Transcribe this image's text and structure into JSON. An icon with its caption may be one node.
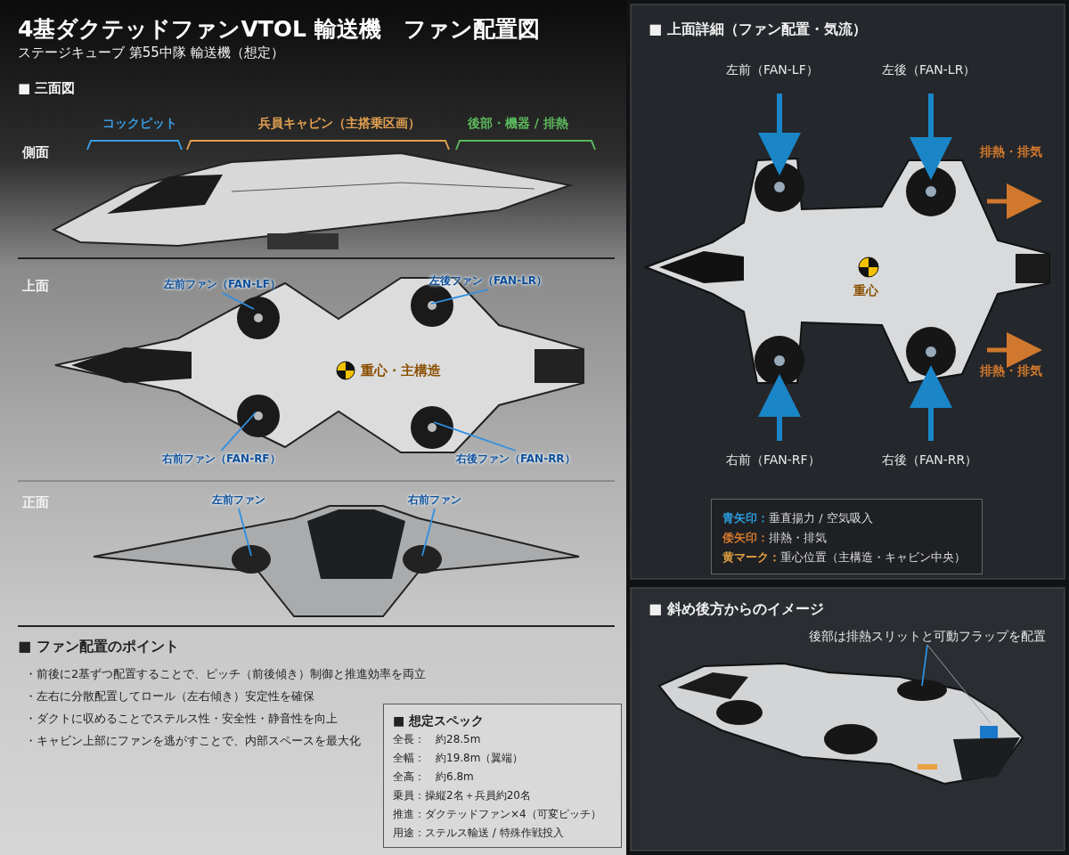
{
  "diagram": {
    "title": "4基ダクテッドファンVTOL 輸送機　ファン配置図",
    "nodes": [
      {
        "text": [
          "左前ファン（FAN-LF）"
        ]
      },
      {
        "text": [
          "左後ファン（FAN-LR）"
        ]
      },
      {
        "text": [
          "右前ファン（FAN-RF）"
        ]
      },
      {
        "text": [
          "右後ファン（FAN-RR）"
        ]
      },
      {
        "text": [
          "左前ファン"
        ]
      },
      {
        "text": [
          "右前ファン"
        ]
      },
      {
        "text": [
          "■ 想定スペック",
          "全長：　約28.5m",
          "全幅：　約19.8m（翼端）",
          "全高：　約6.8m",
          "乗員：操縦2名＋兵員約20名",
          "推進：ダクテッドファン×4（可変ピッチ）",
          "用途：ステルス輸送 / 特殊作戦投入"
        ]
      },
      {
        "text": [
          "■ 上面詳細（ファン配置・気流）"
        ]
      },
      {
        "text": [
          "青矢印：垂直揚力 / 空気吸入",
          "倭矢印：排熱・排気",
          "黄マーク：重心位置（主構造・キャビン中央）"
        ],
        "in": 7
      },
      {
        "text": [
          "■ 斜め後方からのイメージ"
        ]
      },
      {
        "text": [
          "後部は排熱スリットと可動フラップを配置"
        ],
        "in": 9
      }
    ],
    "edges": [
      {
        "from": 0,
        "to": null,
        "arrow": "none"
      },
      {
        "from": 1,
        "to": null,
        "arrow": "none"
      },
      {
        "from": 2,
        "to": null,
        "arrow": "none"
      },
      {
        "from": 3,
        "to": null,
        "arrow": "none"
      },
      {
        "from": 4,
        "to": null,
        "arrow": "none"
      },
      {
        "from": 5,
        "to": null,
        "arrow": "none"
      },
      {
        "from": 10,
        "to": null,
        "arrow": "none"
      },
      {
        "from": 10,
        "to": null,
        "arrow": "none",
        "color": "#9aa0a6"
      }
    ],
    "labels": [
      "ステージキューブ 第55中隊 輸送機（想定）",
      "■ 三面図",
      "コックピット",
      "兵員キャビン（主搭乗区画）",
      "後部・機器 / 排熱",
      "側面",
      "上面",
      "重心・主構造",
      "正面",
      "■ ファン配置のポイント",
      "・前後に2基ずつ配置することで、ピッチ（前後傾き）制御と推進効率を両立",
      "・左右に分散配置してロール（左右傾き）安定性を確保",
      "・ダクトに収めることでステルス性・安全性・静音性を向上",
      "・キャビン上部にファンを逃がすことで、内部スペースを最大化",
      "左前（FAN-LF）",
      "左後（FAN-LR）",
      "排熱・排気",
      "重心",
      "排熱・排気",
      "右前（FAN-RF）",
      "右後（FAN-RR）"
    ]
  }
}
